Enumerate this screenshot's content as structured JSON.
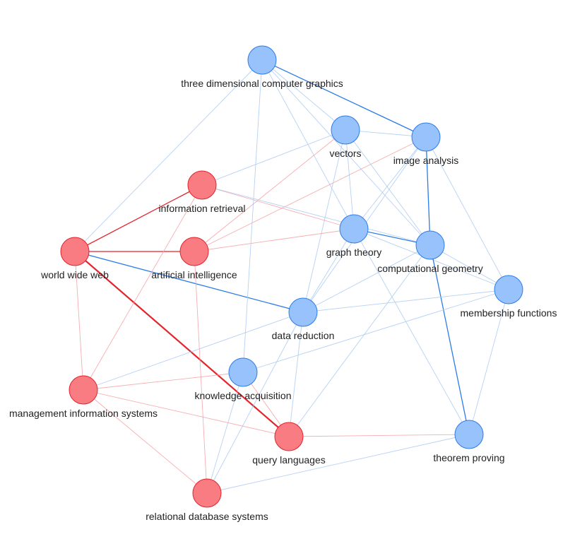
{
  "colors": {
    "red_fill": "#f87c82",
    "red_stroke": "#e3242b",
    "blue_fill": "#97c2fc",
    "blue_stroke": "#2b7ce9",
    "red_edge_light": "#f4a0a4",
    "blue_edge_light": "#a9c9f2"
  },
  "nodes": [
    {
      "id": "n1",
      "label": "three dimensional computer graphics",
      "group": "blue"
    },
    {
      "id": "n2",
      "label": "vectors",
      "group": "blue"
    },
    {
      "id": "n3",
      "label": "image analysis",
      "group": "blue"
    },
    {
      "id": "n4",
      "label": "information retrieval",
      "group": "red"
    },
    {
      "id": "n5",
      "label": "world wide web",
      "group": "red"
    },
    {
      "id": "n6",
      "label": "artificial intelligence",
      "group": "red"
    },
    {
      "id": "n7",
      "label": "graph theory",
      "group": "blue"
    },
    {
      "id": "n8",
      "label": "computational geometry",
      "group": "blue"
    },
    {
      "id": "n9",
      "label": "membership functions",
      "group": "blue"
    },
    {
      "id": "n10",
      "label": "data reduction",
      "group": "blue"
    },
    {
      "id": "n11",
      "label": "knowledge acquisition",
      "group": "blue"
    },
    {
      "id": "n12",
      "label": "management information systems",
      "group": "red"
    },
    {
      "id": "n13",
      "label": "query languages",
      "group": "red"
    },
    {
      "id": "n14",
      "label": "theorem proving",
      "group": "blue"
    },
    {
      "id": "n15",
      "label": "relational database systems",
      "group": "red"
    }
  ],
  "edges": [
    {
      "from": "n5",
      "to": "n13",
      "color": "red",
      "weight": 3
    },
    {
      "from": "n5",
      "to": "n4",
      "color": "red",
      "weight": 2
    },
    {
      "from": "n5",
      "to": "n6",
      "color": "red",
      "weight": 2
    },
    {
      "from": "n5",
      "to": "n10",
      "color": "blue",
      "weight": 2
    },
    {
      "from": "n5",
      "to": "n1",
      "color": "blue",
      "weight": 1
    },
    {
      "from": "n5",
      "to": "n12",
      "color": "red",
      "weight": 1
    },
    {
      "from": "n1",
      "to": "n3",
      "color": "blue",
      "weight": 2
    },
    {
      "from": "n1",
      "to": "n2",
      "color": "blue",
      "weight": 1
    },
    {
      "from": "n1",
      "to": "n7",
      "color": "blue",
      "weight": 1
    },
    {
      "from": "n1",
      "to": "n8",
      "color": "blue",
      "weight": 1
    },
    {
      "from": "n3",
      "to": "n8",
      "color": "blue",
      "weight": 2
    },
    {
      "from": "n3",
      "to": "n2",
      "color": "blue",
      "weight": 1
    },
    {
      "from": "n3",
      "to": "n7",
      "color": "blue",
      "weight": 1
    },
    {
      "from": "n3",
      "to": "n6",
      "color": "red",
      "weight": 1
    },
    {
      "from": "n3",
      "to": "n9",
      "color": "blue",
      "weight": 1
    },
    {
      "from": "n3",
      "to": "n10",
      "color": "blue",
      "weight": 1
    },
    {
      "from": "n2",
      "to": "n4",
      "color": "blue",
      "weight": 1
    },
    {
      "from": "n2",
      "to": "n6",
      "color": "red",
      "weight": 1
    },
    {
      "from": "n2",
      "to": "n7",
      "color": "blue",
      "weight": 1
    },
    {
      "from": "n2",
      "to": "n8",
      "color": "blue",
      "weight": 1
    },
    {
      "from": "n2",
      "to": "n10",
      "color": "blue",
      "weight": 1
    },
    {
      "from": "n7",
      "to": "n8",
      "color": "blue",
      "weight": 2
    },
    {
      "from": "n7",
      "to": "n4",
      "color": "red",
      "weight": 1
    },
    {
      "from": "n7",
      "to": "n6",
      "color": "red",
      "weight": 1
    },
    {
      "from": "n7",
      "to": "n9",
      "color": "blue",
      "weight": 1
    },
    {
      "from": "n7",
      "to": "n10",
      "color": "blue",
      "weight": 1
    },
    {
      "from": "n7",
      "to": "n14",
      "color": "blue",
      "weight": 1
    },
    {
      "from": "n8",
      "to": "n14",
      "color": "blue",
      "weight": 2
    },
    {
      "from": "n8",
      "to": "n4",
      "color": "blue",
      "weight": 1
    },
    {
      "from": "n8",
      "to": "n10",
      "color": "blue",
      "weight": 1
    },
    {
      "from": "n8",
      "to": "n13",
      "color": "blue",
      "weight": 1
    },
    {
      "from": "n8",
      "to": "n9",
      "color": "blue",
      "weight": 1
    },
    {
      "from": "n9",
      "to": "n10",
      "color": "blue",
      "weight": 1
    },
    {
      "from": "n9",
      "to": "n11",
      "color": "blue",
      "weight": 1
    },
    {
      "from": "n9",
      "to": "n14",
      "color": "blue",
      "weight": 1
    },
    {
      "from": "n10",
      "to": "n12",
      "color": "blue",
      "weight": 1
    },
    {
      "from": "n10",
      "to": "n13",
      "color": "blue",
      "weight": 1
    },
    {
      "from": "n10",
      "to": "n15",
      "color": "blue",
      "weight": 1
    },
    {
      "from": "n11",
      "to": "n12",
      "color": "red",
      "weight": 1
    },
    {
      "from": "n11",
      "to": "n13",
      "color": "red",
      "weight": 1
    },
    {
      "from": "n11",
      "to": "n15",
      "color": "blue",
      "weight": 1
    },
    {
      "from": "n11",
      "to": "n1",
      "color": "blue",
      "weight": 1
    },
    {
      "from": "n12",
      "to": "n13",
      "color": "red",
      "weight": 1
    },
    {
      "from": "n12",
      "to": "n15",
      "color": "red",
      "weight": 1
    },
    {
      "from": "n12",
      "to": "n4",
      "color": "red",
      "weight": 1
    },
    {
      "from": "n13",
      "to": "n14",
      "color": "red",
      "weight": 1
    },
    {
      "from": "n15",
      "to": "n6",
      "color": "red",
      "weight": 1
    },
    {
      "from": "n15",
      "to": "n14",
      "color": "blue",
      "weight": 1
    }
  ]
}
